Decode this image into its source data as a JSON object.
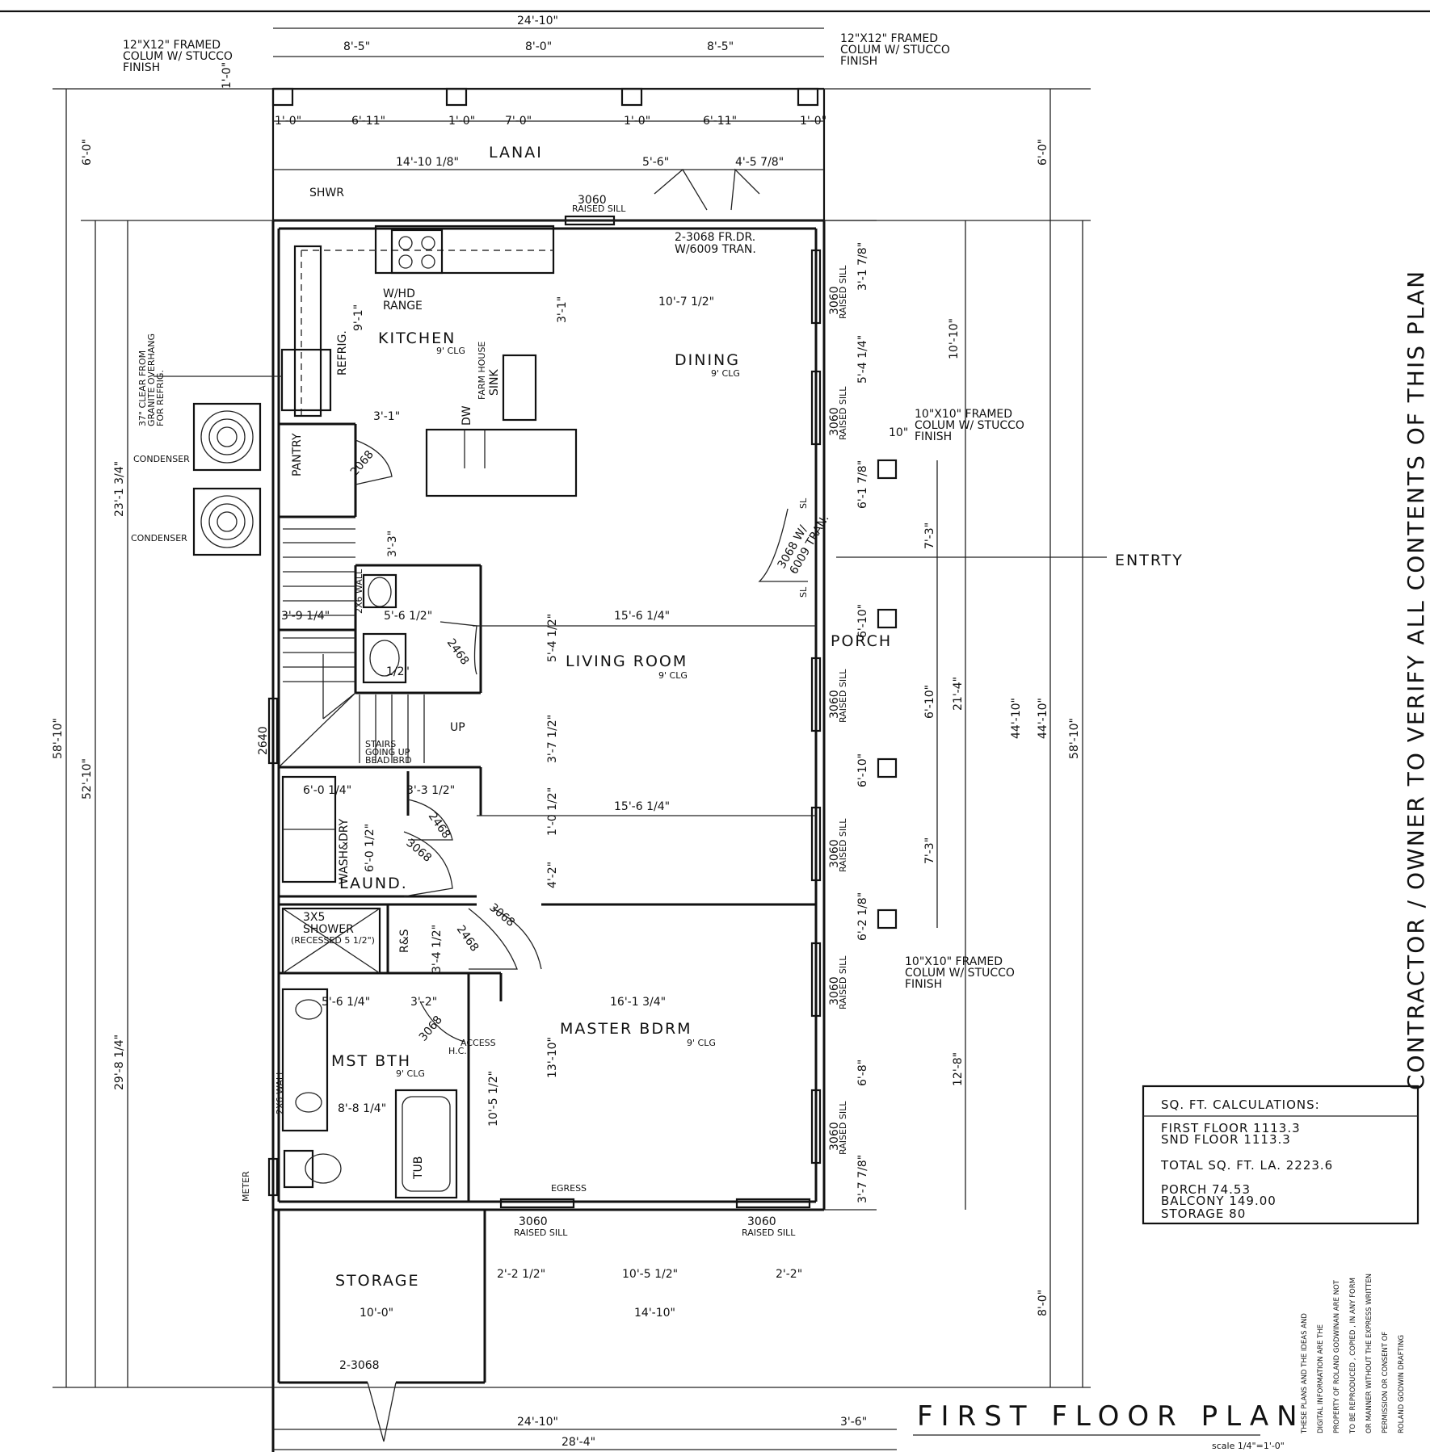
{
  "overall": {
    "top_width": "24'-10\"",
    "top_segments": [
      "8'-5\"",
      "8'-0\"",
      "8'-5\""
    ],
    "lanai_segments": [
      "1'-0\"",
      "6'-11\"",
      "1'-0\"",
      "7'-0\"",
      "1'-0\"",
      "6'-11\"",
      "1'-0\""
    ],
    "lanai_lower": [
      "14'-10 1/8\"",
      "5'-6\"",
      "4'-5 7/8\""
    ],
    "col_height": "1'-0\"",
    "bottom_width": "24'-10\"",
    "bottom_porch": "3'-6\"",
    "bottom_total": "28'-4\"",
    "left_total": "58'-10\"",
    "left_main": "52'-10\"",
    "left_upper": "23'-1 3/4\"",
    "left_lower": "29'-8 1/4\"",
    "left_lanai": "6'-0\"",
    "right_lanai": "6'-0\"",
    "right_total": "58'-10\"",
    "right_44a": "44'-10\"",
    "right_44b": "44'-10\"",
    "right_storage": "8'-0\"",
    "right_dining": "10'-10\"",
    "right_21": "21'-4\"",
    "right_12": "12'-8\""
  },
  "notes": {
    "col_tl": [
      "12\"X12\" FRAMED",
      "COLUM W/ STUCCO",
      "FINISH"
    ],
    "col_tr": [
      "12\"X12\" FRAMED",
      "COLUM W/ STUCCO",
      "FINISH"
    ],
    "col_r1": [
      "10\"X10\" FRAMED",
      "COLUM W/ STUCCO",
      "FINISH"
    ],
    "col_r2": [
      "10\"X10\" FRAMED",
      "COLUM W/ STUCCO",
      "FINISH"
    ],
    "col_r1_dim": "10\"",
    "clear": [
      "37\" CLEAR FROM",
      "GRANITE OVERHANG",
      "FOR REFRIG."
    ],
    "condenser": "CONDENSER",
    "entry": "ENTRTY",
    "meter": "METER",
    "shwr": "SHWR",
    "fr_dr": [
      "2-3068 FR.DR.",
      "W/6009 TRAN."
    ],
    "entry_door": [
      "3068 W/",
      "6009 TRAN."
    ],
    "sl": "SL",
    "up": "UP",
    "stairs": [
      "STAIRS",
      "GOING UP",
      "BEAD BRD"
    ],
    "wall_2x6": "2X6 WALL",
    "egress": "EGRESS",
    "access": [
      "ACCESS",
      "H.C."
    ]
  },
  "rooms": {
    "lanai": "LANAI",
    "kitchen": "KITCHEN",
    "kitchen_clg": "9' CLG",
    "range": [
      "W/HD",
      "RANGE"
    ],
    "refrig": "REFRIG.",
    "sink": [
      "FARM HOUSE",
      "SINK"
    ],
    "dw": "DW",
    "dining": "DINING",
    "dining_clg": "9' CLG",
    "pantry": "PANTRY",
    "living": "LIVING ROOM",
    "living_clg": "9' CLG",
    "porch": "PORCH",
    "laund": "LAUND.",
    "washdry": "WASH&DRY",
    "shower": [
      "3X5",
      "SHOWER",
      "(RECESSED 5 1/2\")"
    ],
    "rs": "R&S",
    "mst_bth": "MST BTH",
    "mst_bth_clg": "9' CLG",
    "tub": "TUB",
    "master": "MASTER BDRM",
    "master_clg": "9' CLG",
    "storage": "STORAGE"
  },
  "windows": {
    "w3060": "3060",
    "raised": "RAISED SILL",
    "doors": {
      "d2068": "2068",
      "d2468": "2468",
      "d3068": "3068",
      "d2640": "2640",
      "d2_3068": "2-3068"
    }
  },
  "interior_dims": {
    "k_91": "9'-1\"",
    "k_31a": "3'-1\"",
    "k_31b": "3'-1\"",
    "d_107": "10'-7 1/2\"",
    "p_33": "3'-3\"",
    "s_39": "3'-9 1/4\"",
    "b_56": "5'-6 1/2\"",
    "b_12": "1/2\"",
    "l_155a": "15'-6 1/4\"",
    "l_155b": "15'-6 1/4\"",
    "l_54": "5'-4 1/2\"",
    "l_37": "3'-7 1/2\"",
    "l_10": "1'-0 1/2\"",
    "l_42": "4'-2\"",
    "la_60": "6'-0 1/4\"",
    "la_33": "3'-3 1/2\"",
    "la_60v": "6'-0 1/2\"",
    "m_55": "5'-6 1/4\"",
    "m_32": "3'-2\"",
    "m_161": "16'-1 3/4\"",
    "m_34": "3'-4 1/2\"",
    "m_88": "8'-8 1/4\"",
    "m_105": "10'-5 1/2\"",
    "m_1310": "13'-10\"",
    "st_22a": "2'-2 1/2\"",
    "st_105": "10'-5 1/2\"",
    "st_22b": "2'-2\"",
    "st_100": "10'-0\"",
    "st_1410": "14'-10\"",
    "r_31": "3'-1 7/8\"",
    "r_54": "5'-4 1/4\"",
    "r_61": "6'-1 7/8\"",
    "r_73a": "7'-3\"",
    "r_610a": "6'-10\"",
    "r_610b": "6'-10\"",
    "r_610c": "6'-10\"",
    "r_73b": "7'-3\"",
    "r_62": "6'-2 1/8\"",
    "r_68": "6'-8\"",
    "r_37": "3'-7 7/8\""
  },
  "sqft": {
    "heading": "SQ. FT. CALCULATIONS:",
    "first": "FIRST FLOOR 1113.3",
    "second": "SND FLOOR 1113.3",
    "total": "TOTAL SQ. FT. LA. 2223.6",
    "porch": "PORCH 74.53",
    "balcony": "BALCONY 149.00",
    "storage": "STORAGE 80"
  },
  "side_note": "CONTRACTOR / OWNER TO VERIFY ALL CONTENTS OF THIS PLAN",
  "title": "FIRST FLOOR PLAN",
  "scale": "scale 1/4\"=1'-0\"",
  "legal": [
    "THESE PLANS AND THE IDEAS AND",
    "DIGITAL INFORMATION ARE THE",
    "PROPERTY OF ROLAND GODWINAN ARE NOT",
    "TO BE REPRODUCED , COPIED , IN ANY FORM",
    "OR MANNER WITHOUT THE EXPRESS WRITTEN",
    "PERMISSION OR CONSENT OF",
    "ROLAND GODWIN DRAFTING"
  ]
}
